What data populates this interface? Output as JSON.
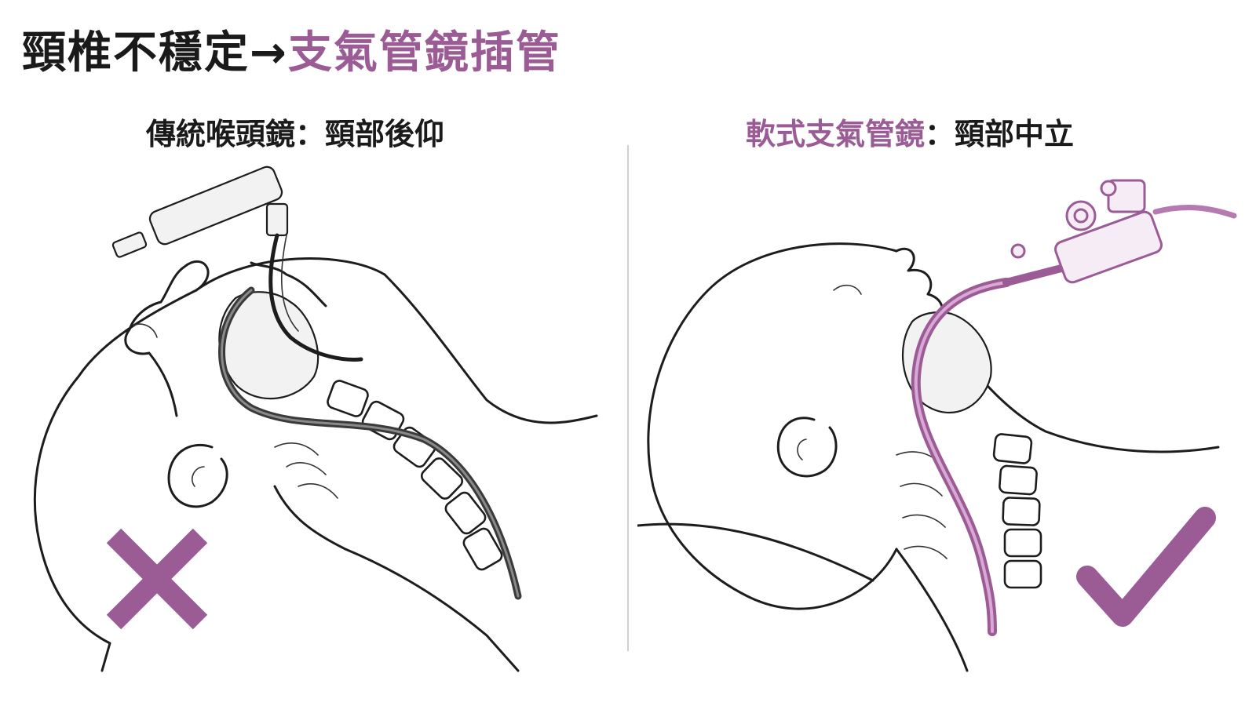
{
  "title": {
    "main": "頸椎不穩定→",
    "accent": "支氣管鏡插管"
  },
  "left_panel": {
    "subtitle_main": "傳統喉頭鏡：頸部後仰",
    "mark_icon": "x-mark-icon"
  },
  "right_panel": {
    "subtitle_accent": "軟式支氣管鏡",
    "subtitle_rest": "：頸部中立",
    "mark_icon": "checkmark-icon"
  },
  "colors": {
    "accent": "#9b5c96",
    "ink": "#1a1a1a",
    "divider": "#cfcfcf",
    "scope": "#b57ab0"
  }
}
